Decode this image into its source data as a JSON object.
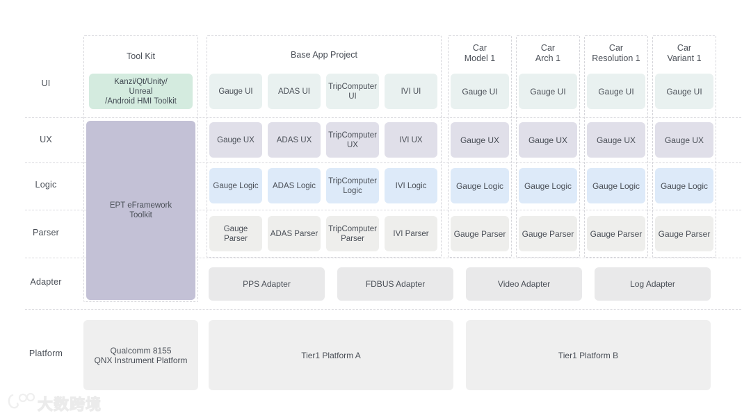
{
  "diagram": {
    "title_hidden": "",
    "row_labels": [
      "UI",
      "UX",
      "Logic",
      "Parser",
      "Adapter",
      "Platform"
    ],
    "column_headers": {
      "toolkit": "Tool Kit",
      "base_app": "Base App Project",
      "car_model": "Car\nModel 1",
      "car_model_line1": "Car",
      "car_model_line2": "Model 1",
      "car_arch_line1": "Car",
      "car_arch_line2": "Arch 1",
      "car_res_line1": "Car",
      "car_res_line2": "Resolution 1",
      "car_var_line1": "Car",
      "car_var_line2": "Variant 1"
    },
    "toolkit_column": {
      "ui_cell": "Kanzi/Qt/Unity/\nUnreal\n/Android HMI Toolkit",
      "ui_cell_line1": "Kanzi/Qt/Unity/",
      "ui_cell_line2": "Unreal",
      "ui_cell_line3": "/Android HMI Toolkit",
      "framework_cell_line1": "EPT eFramework",
      "framework_cell_line2": "Toolkit"
    },
    "base_app": {
      "ui": [
        "Gauge UI",
        "ADAS UI",
        "TripComputer UI",
        "IVI UI"
      ],
      "ui_3_line1": "TripComputer",
      "ui_3_line2": "UI",
      "ux": [
        "Gauge UX",
        "ADAS UX",
        "TripComputer UX",
        "IVI UX"
      ],
      "ux_3_line1": "TripComputer",
      "ux_3_line2": "UX",
      "logic": [
        "Gauge Logic",
        "ADAS Logic",
        "TripComputer Logic",
        "IVI Logic"
      ],
      "logic_3_line1": "TripComputer",
      "logic_3_line2": "Logic",
      "parser": [
        "Gauge Parser",
        "ADAS Parser",
        "TripComputer Parser",
        "IVI Parser"
      ],
      "parser_3_line1": "TripComputer",
      "parser_3_line2": "Parser"
    },
    "car_columns": {
      "ui": [
        "Gauge UI",
        "Gauge UI",
        "Gauge UI",
        "Gauge UI"
      ],
      "ux": [
        "Gauge UX",
        "Gauge UX",
        "Gauge UX",
        "Gauge UX"
      ],
      "logic": [
        "Gauge Logic",
        "Gauge Logic",
        "Gauge Logic",
        "Gauge Logic"
      ],
      "parser": [
        "Gauge Parser",
        "Gauge Parser",
        "Gauge Parser",
        "Gauge Parser"
      ]
    },
    "adapters": [
      "PPS Adapter",
      "FDBUS Adapter",
      "Video Adapter",
      "Log Adapter"
    ],
    "platforms": {
      "left_line1": "Qualcomm 8155",
      "left_line2": "QNX Instrument Platform",
      "middle": "Tier1 Platform A",
      "right": "Tier1 Platform B"
    },
    "watermark": {
      "mark": "(∞",
      "text": "大数跨境"
    },
    "colors": {
      "ui": "#e9f1f0",
      "ux": "#e0dfe9",
      "logic": "#ddeaf9",
      "parser": "#eeeeec",
      "adapter": "#e9e9ea",
      "platform": "#efefef",
      "toolkit": "#d4ebdf",
      "ept": "#c3c1d6",
      "dash": "#d5d5da",
      "text": "#4a4f57",
      "background": "#ffffff"
    }
  }
}
